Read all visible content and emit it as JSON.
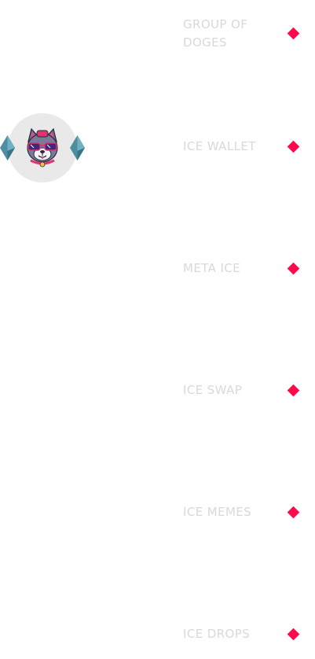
{
  "colors": {
    "accent": "#ff0a4a",
    "label": "#d9d9d9",
    "logo_bg": "#e9e9e9",
    "gem": "#4f8ea0"
  },
  "logo": {
    "icon": "doge-with-sunglasses-logo"
  },
  "menu": {
    "items": [
      {
        "label": "GROUP OF DOGES",
        "marker_icon": "diamond-icon"
      },
      {
        "label": "ICE WALLET",
        "marker_icon": "diamond-icon"
      },
      {
        "label": "META ICE",
        "marker_icon": "diamond-icon"
      },
      {
        "label": "ICE SWAP",
        "marker_icon": "diamond-icon"
      },
      {
        "label": "ICE MEMES",
        "marker_icon": "diamond-icon"
      },
      {
        "label": "ICE DROPS",
        "marker_icon": "diamond-icon"
      }
    ]
  }
}
